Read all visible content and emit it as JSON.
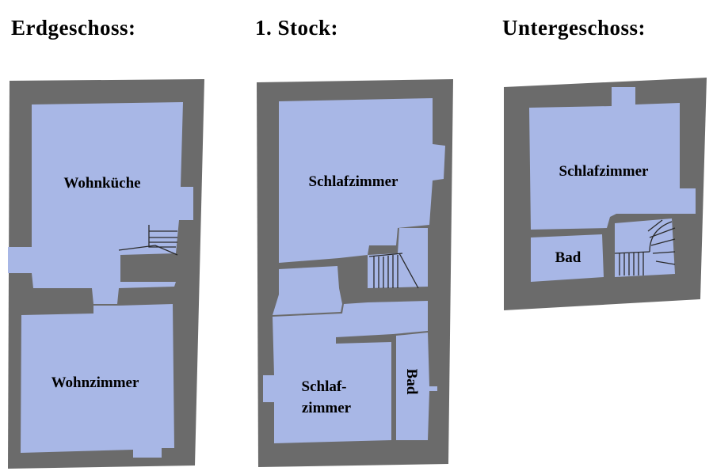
{
  "floors": [
    {
      "title": "Erdgeschoss:",
      "rooms": [
        "Wohnküche",
        "Wohnzimmer"
      ]
    },
    {
      "title": "1. Stock:",
      "rooms": [
        "Schlafzimmer",
        "Schlaf-",
        "zimmer",
        "Bad"
      ]
    },
    {
      "title": "Untergeschoss:",
      "rooms": [
        "Schlafzimmer",
        "Bad"
      ]
    }
  ],
  "colors": {
    "wall": "#6b6b6b",
    "room": "#a8b7e6"
  }
}
